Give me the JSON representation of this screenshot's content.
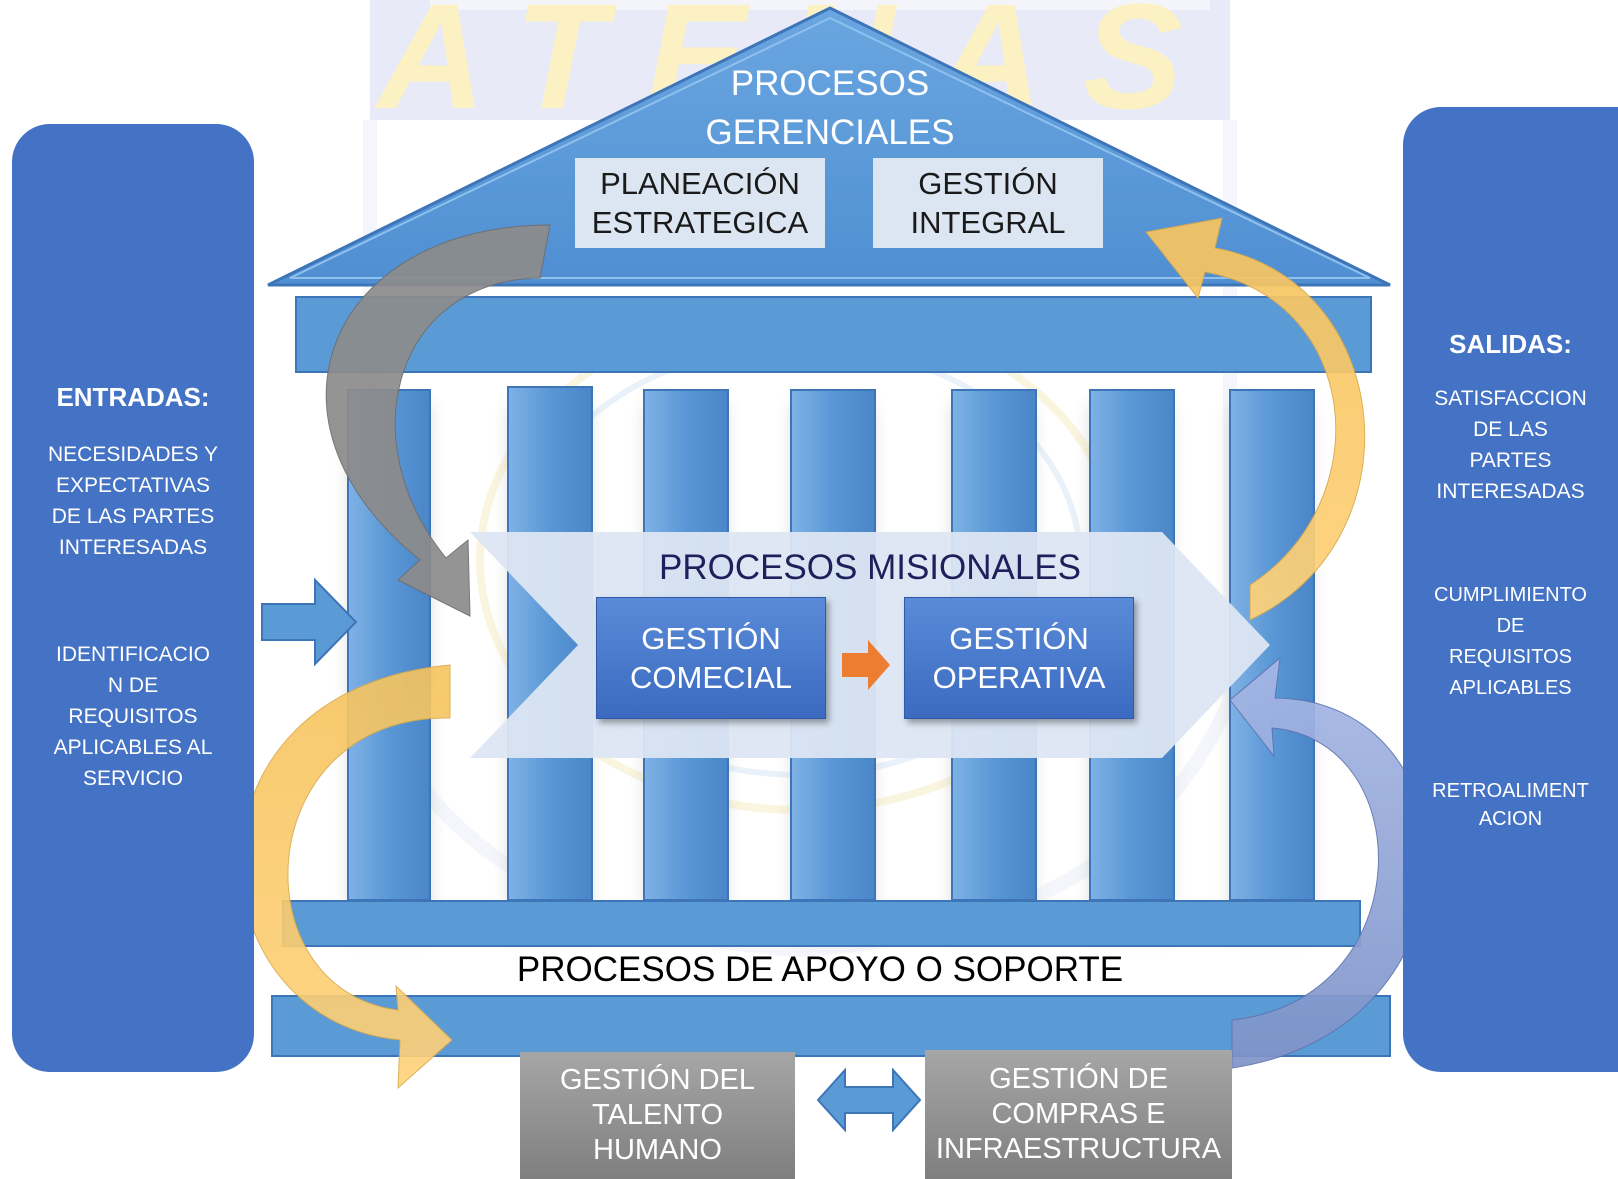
{
  "watermark": "ATENAS",
  "gerenciales": {
    "title_line1": "PROCESOS",
    "title_line2": "GERENCIALES",
    "box1_line1": "PLANEACIÓN",
    "box1_line2": "ESTRATEGICA",
    "box2_line1": "GESTIÓN",
    "box2_line2": "INTEGRAL"
  },
  "entradas": {
    "title": "ENTRADAS:",
    "item1": [
      "NECESIDADES Y",
      "EXPECTATIVAS",
      "DE LAS PARTES",
      "INTERESADAS"
    ],
    "item2": [
      "IDENTIFICACIO",
      "N DE",
      "REQUISITOS",
      "APLICABLES AL",
      "SERVICIO"
    ]
  },
  "salidas": {
    "title": "SALIDAS:",
    "item1": [
      "SATISFACCION",
      "DE LAS",
      "PARTES",
      "INTERESADAS"
    ],
    "item2": [
      "CUMPLIMIENTO",
      "DE",
      "REQUISITOS",
      "APLICABLES"
    ],
    "item3": [
      "RETROALIMENT",
      "ACION"
    ]
  },
  "misionales": {
    "title": "PROCESOS MISIONALES",
    "box1_line1": "GESTIÓN",
    "box1_line2": "COMECIAL",
    "box2_line1": "GESTIÓN",
    "box2_line2": "OPERATIVA"
  },
  "apoyo": {
    "title": "PROCESOS DE APOYO O SOPORTE",
    "box1": [
      "GESTIÓN DEL",
      "TALENTO",
      "HUMANO"
    ],
    "box2": [
      "GESTIÓN DE",
      "COMPRAS E",
      "INFRAESTRUCTURA"
    ]
  },
  "colors": {
    "panel_blue": "#4472c4",
    "roof_blue": "#5b9bd5",
    "column_blue": "#5a97d6",
    "arrow_gray": "#8c8c8c",
    "arrow_yellow": "#f9c76b",
    "arrow_lavender": "#8ea5d8",
    "arrow_orange": "#ed7d31",
    "misional_fill": "#dce6f2",
    "dark_text": "#1f1f5c"
  }
}
